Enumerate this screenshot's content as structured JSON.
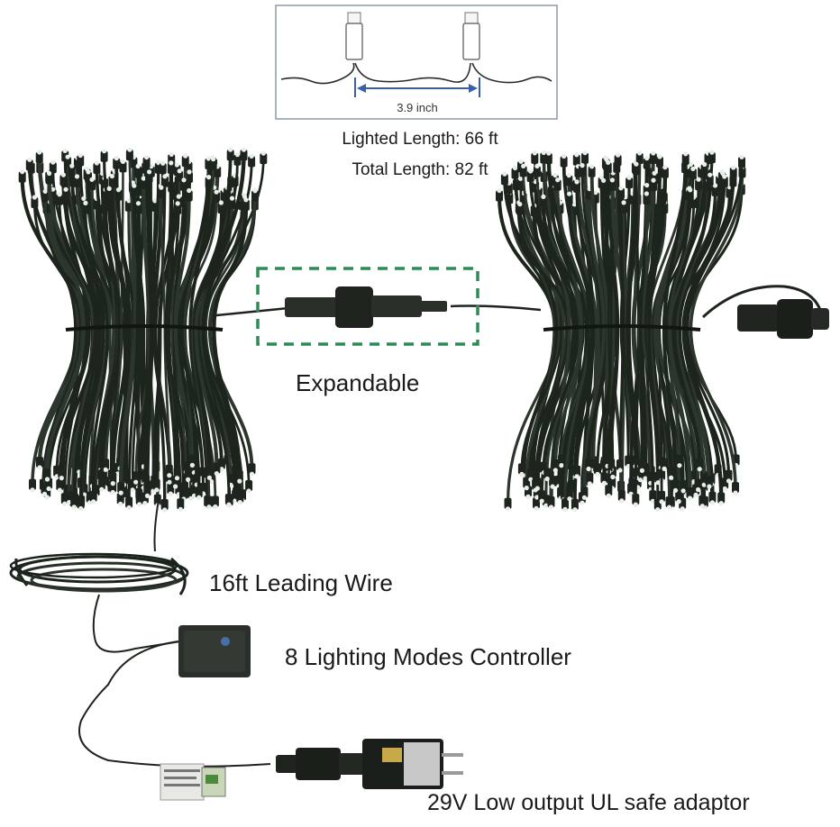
{
  "spacing_inset": {
    "spacing_label": "3.9 inch"
  },
  "specs": {
    "lighted_length": "Lighted Length: 66 ft",
    "total_length": "Total Length: 82 ft"
  },
  "callouts": {
    "expandable": "Expandable",
    "leading_wire": "16ft Leading Wire",
    "controller": "8 Lighting Modes Controller",
    "adaptor": "29V Low output UL safe adaptor"
  },
  "colors": {
    "wire": "#1c241c",
    "bulb_tip": "#e8eee8",
    "connector_box": "#2e8b57",
    "dimension_arrow": "#3a5fa8"
  }
}
